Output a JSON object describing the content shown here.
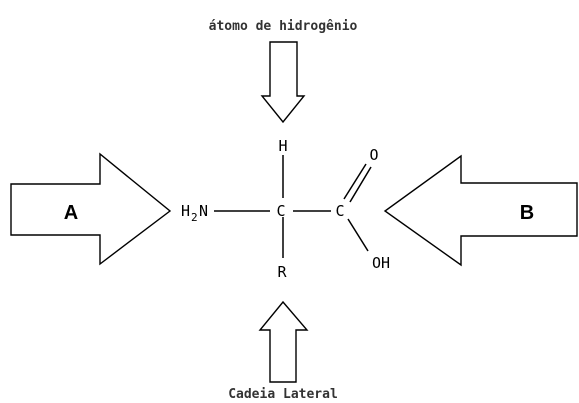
{
  "captions": {
    "top": "átomo de hidrogênio",
    "bottom": "Cadeia Lateral"
  },
  "arrow_labels": {
    "left": "A",
    "right": "B"
  },
  "molecule": {
    "amino_h": "H",
    "amino_sub": "2",
    "amino_n": "N",
    "alpha_carbon": "C",
    "carboxyl_carbon": "C",
    "top_atom": "H",
    "side_group": "R",
    "carbonyl_oxygen": "O",
    "hydroxyl": "OH"
  }
}
